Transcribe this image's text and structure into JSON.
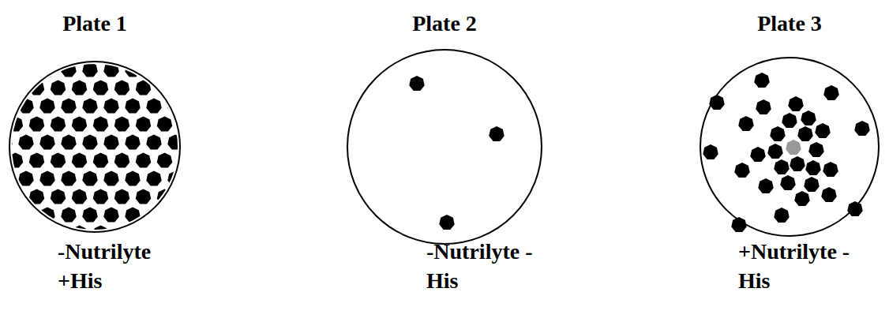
{
  "diagram": {
    "nodes": [
      {
        "text": [
          "Plate 1",
          "-Nutrilyte +His"
        ]
      },
      {
        "text": [
          "Plate 2",
          "-Nutrilyte -His"
        ]
      },
      {
        "text": [
          "Plate 3",
          "+Nutrilyte -His"
        ]
      }
    ]
  }
}
